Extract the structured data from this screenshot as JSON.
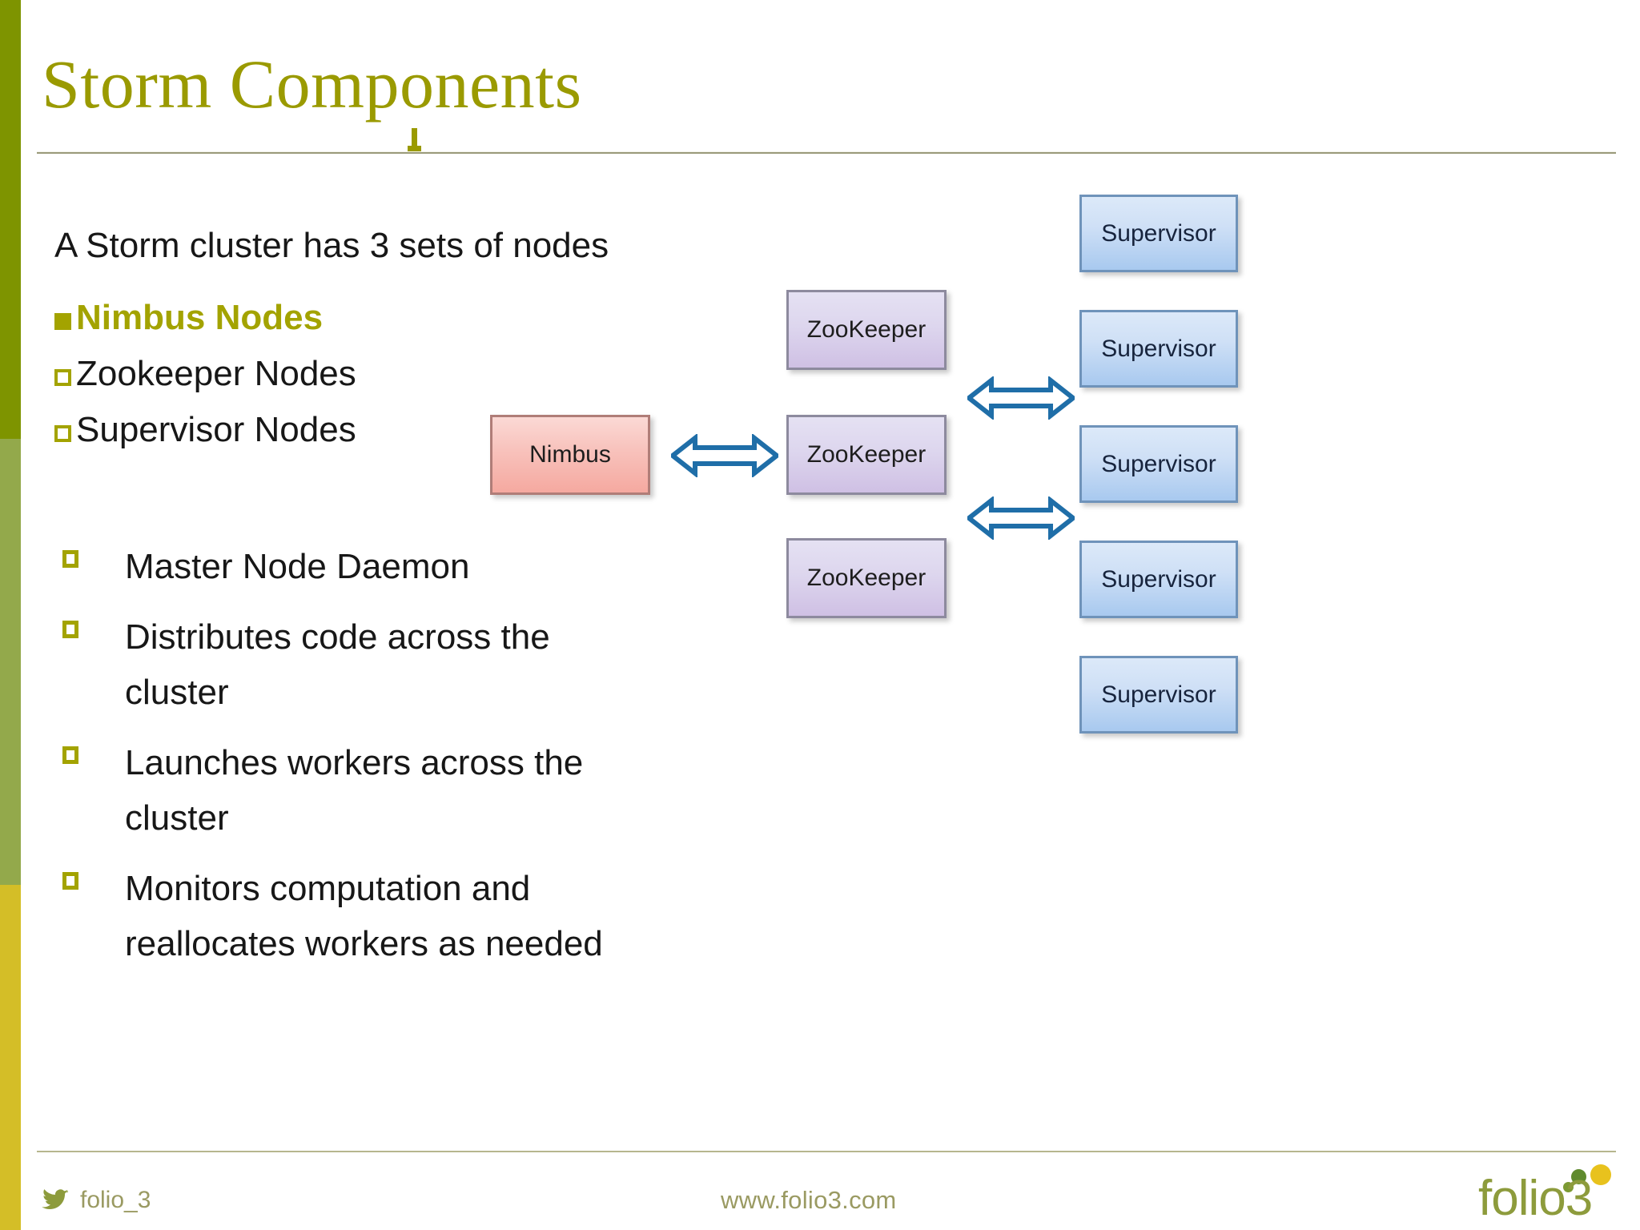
{
  "slide": {
    "title": "Storm Components",
    "lead": "A Storm cluster has 3 sets of nodes",
    "accent_color": "#9A9A00",
    "bullet_color": "#A3A300"
  },
  "bullets": [
    {
      "label": "Nimbus Nodes",
      "style": "filled-accent"
    },
    {
      "label": "Zookeeper Nodes",
      "style": "hollow"
    },
    {
      "label": "Supervisor Nodes",
      "style": "hollow"
    }
  ],
  "sub_bullets": [
    {
      "label": "Master Node Daemon"
    },
    {
      "label": "Distributes code across the cluster"
    },
    {
      "label": "Launches workers across the cluster"
    },
    {
      "label": "Monitors  computation and reallocates workers as needed"
    }
  ],
  "diagram": {
    "nimbus": {
      "label": "Nimbus"
    },
    "zookeepers": [
      {
        "label": "ZooKeeper"
      },
      {
        "label": "ZooKeeper"
      },
      {
        "label": "ZooKeeper"
      }
    ],
    "supervisors": [
      {
        "label": "Supervisor"
      },
      {
        "label": "Supervisor"
      },
      {
        "label": "Supervisor"
      },
      {
        "label": "Supervisor"
      },
      {
        "label": "Supervisor"
      }
    ],
    "arrows": [
      {
        "name": "nimbus-to-zookeeper"
      },
      {
        "name": "zookeeper-to-supervisor-upper"
      },
      {
        "name": "zookeeper-to-supervisor-lower"
      }
    ],
    "colors": {
      "nimbus_fill": "#f5a9a0",
      "zookeeper_fill": "#cfc0e4",
      "supervisor_fill": "#a8c9ef",
      "arrow_stroke": "#1f6ea8"
    }
  },
  "footer": {
    "twitter_handle": "folio_3",
    "website": "www.folio3.com",
    "brand": "folio3",
    "brand_color": "#8d9b3c"
  }
}
